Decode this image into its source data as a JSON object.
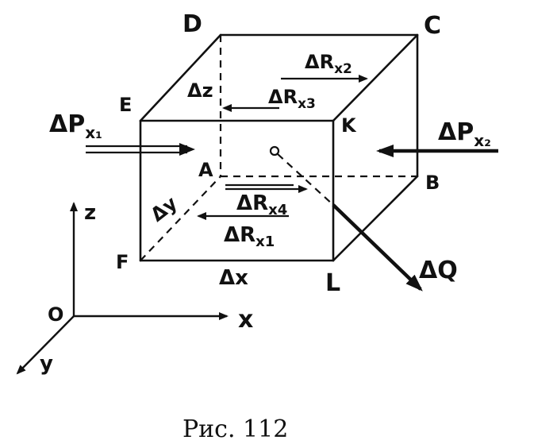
{
  "vertices": {
    "D": "D",
    "C": "C",
    "E": "E",
    "K": "K",
    "A": "A",
    "B": "B",
    "F": "F",
    "L": "L",
    "O": "O"
  },
  "axes": {
    "z": "z",
    "x": "x",
    "y": "y"
  },
  "dimensions": {
    "dz": "Δz",
    "dy": "Δy",
    "dx": "Δx"
  },
  "forces": {
    "px1": "ΔP",
    "px1_sub": "x₁",
    "px2": "ΔP",
    "px2_sub": "x₂",
    "rx1": "ΔR",
    "rx1_sub": "x1",
    "rx2": "ΔR",
    "rx2_sub": "x2",
    "rx3": "ΔR",
    "rx3_sub": "x3",
    "rx4": "ΔR",
    "rx4_sub": "x4",
    "q": "ΔQ"
  },
  "caption": "Рис. 112"
}
